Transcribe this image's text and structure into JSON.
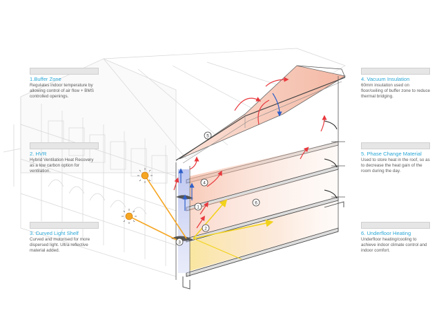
{
  "callouts": {
    "buffer_zone": {
      "title": "1.Buffer Zone",
      "body": "Regulates indoor temperature by allowing control of air flow + BMS controlled openings."
    },
    "hvr": {
      "title": "2. HVR",
      "body": "Hybrid Ventilation Heat Recovery as a low carbon option for ventilation."
    },
    "light_shelf": {
      "title": "3. Curved Light Shelf",
      "body": "Curved and motorised for more dispersed light. Ultra-reflective material added."
    },
    "vacuum": {
      "title": "4. Vacuum Insulation",
      "body": "60mm insulation used on floor/ceiling of buffer zone to reduce thermal bridging."
    },
    "pcm": {
      "title": "5. Phase Change Material",
      "body": "Used to store heat in the roof, so as to decrease the heat gain of the room during the day."
    },
    "underfloor": {
      "title": "6. Underfloor Heating",
      "body": "Underfloor heating/cooling to achieve indoor climate control and indoor comfort."
    }
  },
  "markers": {
    "m1": "1",
    "m2": "2",
    "m3": "3",
    "m4": "4",
    "m5": "5",
    "m6": "6"
  },
  "colors": {
    "accent": "#2aa7d6",
    "warm_air": "#e8383d",
    "cool_air": "#2f5fc8",
    "sunlight": "#f5a623",
    "light_ray": "#f2d21b",
    "line": "#444444"
  }
}
